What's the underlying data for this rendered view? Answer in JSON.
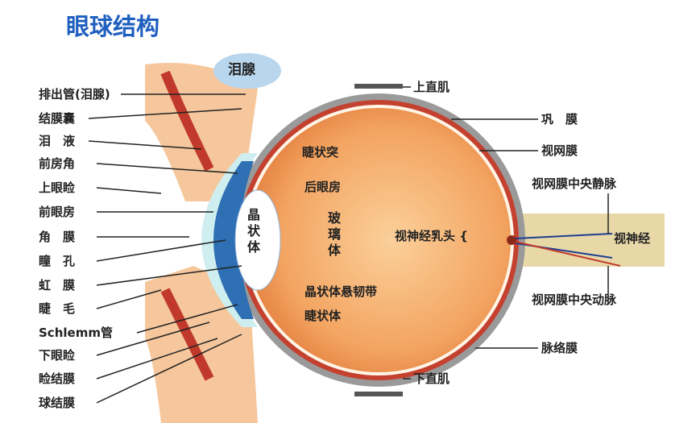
{
  "title": "眼球结构",
  "gland": "泪腺",
  "left_labels": [
    "排出管(泪腺)",
    "结膜囊",
    "泪　液",
    "前房角",
    "上眼睑",
    "前眼房",
    "角　膜",
    "瞳　孔",
    "虹　膜",
    "睫　毛",
    "Schlemm管",
    "下眼睑",
    "睑结膜",
    "球结膜"
  ],
  "inner_labels": {
    "ciliary_process": "睫状突",
    "posterior_chamber": "后眼房",
    "lens": "晶状体",
    "vitreous": "玻璃体",
    "optic_disc": "视神经乳头 {",
    "zonule": "晶状体悬韧带",
    "ciliary_body": "睫状体"
  },
  "right_labels": {
    "superior_rectus": "上直肌",
    "sclera": "巩　膜",
    "retina": "视网膜",
    "central_vein": "视网膜中央静脉",
    "optic_nerve": "视神经",
    "central_artery": "视网膜中央动脉",
    "choroid": "脉络膜",
    "inferior_rectus": "下直肌"
  }
}
